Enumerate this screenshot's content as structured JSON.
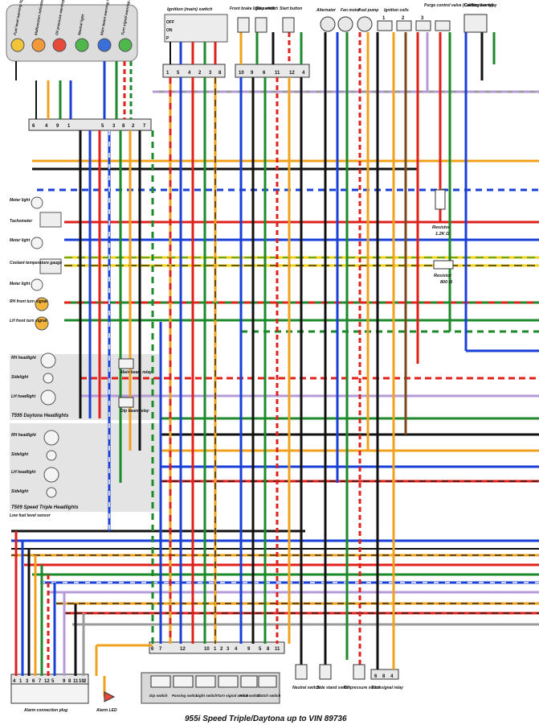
{
  "title": "955i Speed Triple/Daytona up to VIN 89736",
  "warning_lights": [
    {
      "label": "Fuel level warning light",
      "color": "#f2c43a"
    },
    {
      "label": "Malfunction indicator light",
      "color": "#f29a3a"
    },
    {
      "label": "Oil pressure warning light",
      "color": "#e84a3a"
    },
    {
      "label": "Neutral light",
      "color": "#4fb84a"
    },
    {
      "label": "Main beam warning light",
      "color": "#3a6ed8"
    },
    {
      "label": "Turn signal warning light",
      "color": "#4fb84a"
    }
  ],
  "top_components": {
    "ignition_switch": "Ignition (main) switch",
    "ignition_rows": [
      "OFF",
      "ON",
      "P"
    ],
    "front_brake": "Front brake light switch",
    "stop": "Stop switch",
    "start": "Start button",
    "alternator": "Alternator",
    "fan_motor": "Fan motor",
    "fuel_pump": "Fuel pump",
    "ignition_coils": "Ignition coils",
    "coil_numbers": [
      "1",
      "2",
      "3"
    ],
    "purge": "Purge control valve (California only)",
    "cooling_fan_relay": "Cooling fan relay"
  },
  "connector_pins": {
    "ignition_block": [
      "1",
      "5",
      "4",
      "2",
      "3",
      "8"
    ],
    "brake_block": [
      "10",
      "9",
      "6",
      "11",
      "12",
      "4"
    ],
    "left_block": [
      "6",
      "4",
      "9",
      "1",
      "5",
      "3",
      "8",
      "2",
      "7"
    ],
    "bottom_switch_block": [
      "6",
      "7",
      "12",
      "10",
      "1",
      "2",
      "3",
      "4",
      "9",
      "5",
      "8",
      "11"
    ],
    "alarm_plug": [
      "4",
      "1",
      "3",
      "6",
      "7",
      "12",
      "5",
      "9",
      "8",
      "11",
      "10",
      "2"
    ],
    "turn_relay": [
      "6",
      "8",
      "4"
    ]
  },
  "left_components": {
    "meter_light_1": "Meter light",
    "tachometer": "Tachometer",
    "meter_light_2": "Meter light",
    "coolant_gauge": "Coolant temperature gauge",
    "meter_light_3": "Meter light",
    "rh_front_turn": "RH front turn signal",
    "lh_front_turn": "LH front turn signal"
  },
  "daytona": {
    "rh_headlight": "RH headlight",
    "sidelight": "Sidelight",
    "lh_headlight": "LH headlight",
    "main_beam_relay": "Main beam relay",
    "dip_beam_relay": "Dip beam relay",
    "caption": "T595 Daytona Headlights"
  },
  "speed_triple": {
    "rh_headlight": "RH headlight",
    "sidelight_1": "Sidelight",
    "lh_headlight": "LH headlight",
    "sidelight_2": "Sidelight",
    "caption": "T509 Speed Triple Headlights"
  },
  "resistors": [
    {
      "label": "Resistor",
      "value": "1.2K Ω"
    },
    {
      "label": "Resistor",
      "value": "800 Ω"
    }
  ],
  "bottom": {
    "low_fuel": "Low fuel level sensor",
    "alarm_plug": "Alarm connection plug",
    "alarm_led": "Alarm LED",
    "switches": [
      "Dip switch",
      "Passing switch",
      "Light switch",
      "Turn signal switch",
      "Horn switch",
      "Clutch switch"
    ],
    "neutral": "Neutral switch",
    "side_stand": "Side stand switch",
    "oil_pressure": "Oil pressure switch",
    "turn_relay": "Turn signal relay"
  },
  "wire_colors": {
    "red": "#e0201b",
    "blue": "#1a3fd6",
    "green": "#1c8a2a",
    "black": "#111111",
    "yellow": "#f2d21a",
    "orange": "#f0a21e",
    "brown": "#7a4a1c",
    "purple": "#b59ad8",
    "white": "#ffffff",
    "grey": "#9a9a9a"
  }
}
